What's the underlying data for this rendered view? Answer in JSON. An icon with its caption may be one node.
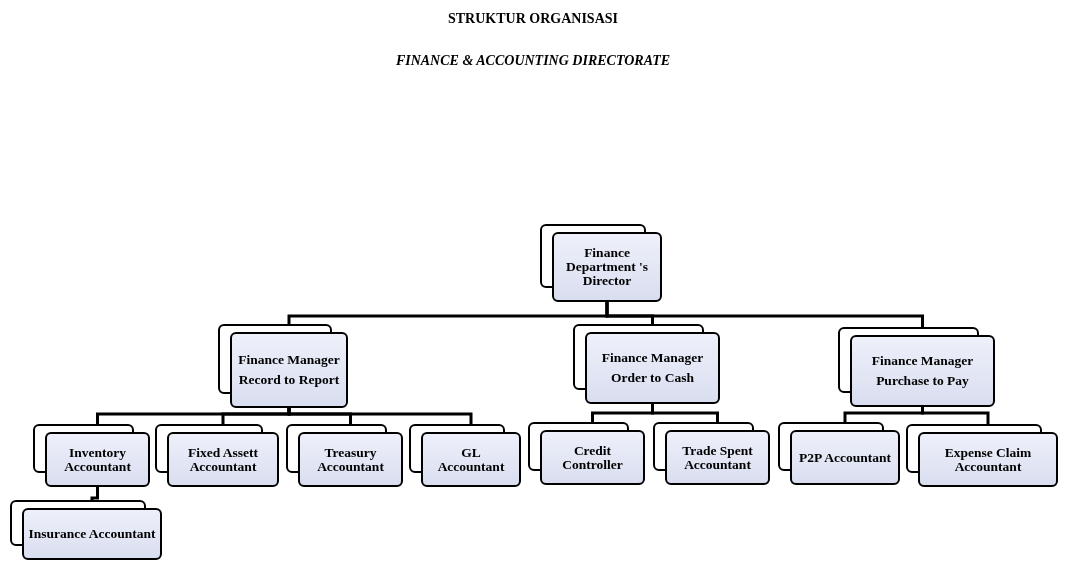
{
  "diagram": {
    "title": "STRUKTUR ORGANISASI",
    "caption": "FINANCE & ACCOUNTING DIRECTORATE",
    "nodes": [
      {
        "text": [
          "Finance Department 's Director"
        ]
      },
      {
        "text": [
          "Finance Manager",
          "Record to Report"
        ]
      },
      {
        "text": [
          "Finance Manager",
          "Order to Cash"
        ]
      },
      {
        "text": [
          "Finance Manager",
          "Purchase to Pay"
        ]
      },
      {
        "text": [
          "Inventory Accountant"
        ]
      },
      {
        "text": [
          "Fixed Assett Accountant"
        ]
      },
      {
        "text": [
          "Treasury Accountant"
        ]
      },
      {
        "text": [
          "GL Accountant"
        ]
      },
      {
        "text": [
          "Credit Controller"
        ]
      },
      {
        "text": [
          "Trade Spent Accountant"
        ]
      },
      {
        "text": [
          "P2P Accountant"
        ]
      },
      {
        "text": [
          "Expense Claim Accountant"
        ]
      },
      {
        "text": [
          "Insurance Accountant"
        ]
      }
    ],
    "edges": [
      {
        "from": 0,
        "to": 1,
        "arrow": "none"
      },
      {
        "from": 0,
        "to": 2,
        "arrow": "none"
      },
      {
        "from": 0,
        "to": 3,
        "arrow": "none"
      },
      {
        "from": 1,
        "to": 4,
        "arrow": "none"
      },
      {
        "from": 1,
        "to": 5,
        "arrow": "none"
      },
      {
        "from": 1,
        "to": 6,
        "arrow": "none"
      },
      {
        "from": 1,
        "to": 7,
        "arrow": "none"
      },
      {
        "from": 2,
        "to": 8,
        "arrow": "none"
      },
      {
        "from": 2,
        "to": 9,
        "arrow": "none"
      },
      {
        "from": 3,
        "to": 10,
        "arrow": "none"
      },
      {
        "from": 3,
        "to": 11,
        "arrow": "none"
      },
      {
        "from": 4,
        "to": 12,
        "arrow": "none"
      }
    ]
  }
}
